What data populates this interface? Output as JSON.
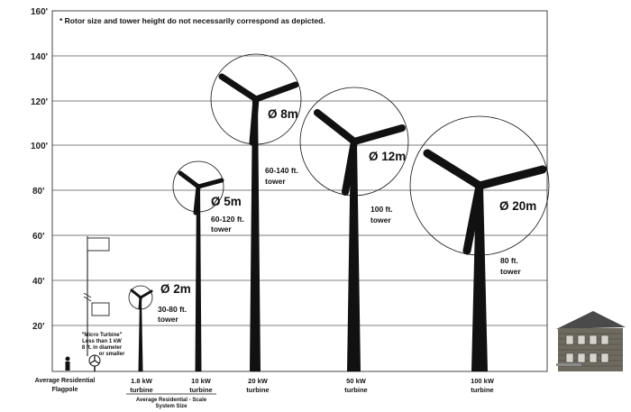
{
  "note": "* Rotor size and tower height do not necessarily correspond as depicted.",
  "y_ticks": [
    "160'",
    "140'",
    "120'",
    "100'",
    "80'",
    "60'",
    "40'",
    "20'"
  ],
  "diameter_labels": [
    "Ø 2m",
    "Ø 5m",
    "Ø 8m",
    "Ø 12m",
    "Ø 20m"
  ],
  "tower_labels": {
    "t1": [
      "30-80 ft.",
      "tower"
    ],
    "t2": [
      "60-120 ft.",
      "tower"
    ],
    "t3": [
      "60-140 ft.",
      "tower"
    ],
    "t4": [
      "100 ft.",
      "tower"
    ],
    "t5": [
      "80 ft.",
      "tower"
    ]
  },
  "micro_turbine_note": [
    "\"Micro Turbine\"",
    "Less than 1 kW",
    "8 ft. in diameter",
    "or smaller"
  ],
  "x_labels": {
    "person": "Average Residential",
    "flagpole": "Flagpole",
    "t1": [
      "1.8 kW",
      "turbine"
    ],
    "t2": [
      "10 kW",
      "turbine"
    ],
    "t3": [
      "20 kW",
      "turbine"
    ],
    "t4": [
      "50 kW",
      "turbine"
    ],
    "t5": [
      "100 kW",
      "turbine"
    ],
    "system_size": [
      "Average Residential - Scale",
      "System Size"
    ]
  }
}
